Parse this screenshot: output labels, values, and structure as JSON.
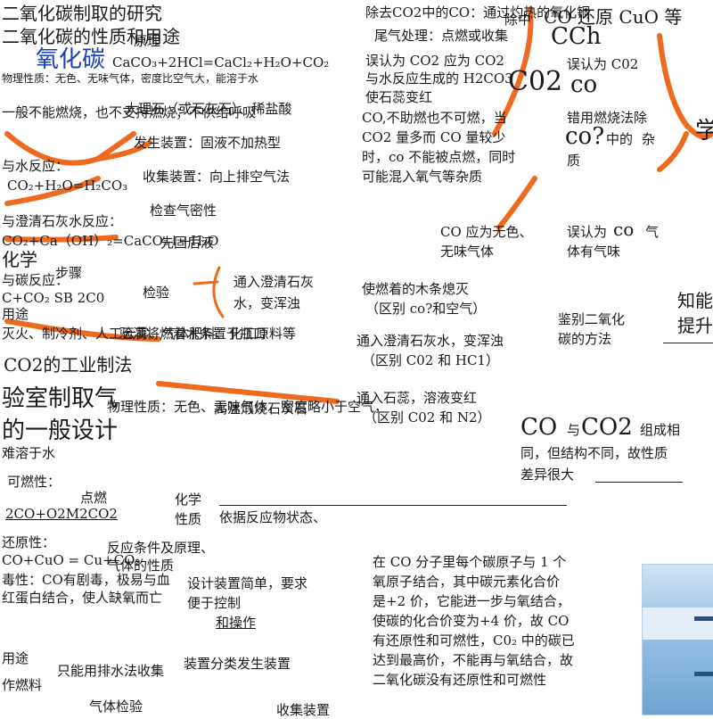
{
  "left": {
    "header_line1": "二氧化碳制取的研究",
    "header_line2": "二氧化碳的性质和用途",
    "header_line3": "氧化碳",
    "physical_property": "物理性质：无色、无味气体，密度比空气大，能溶于水",
    "chem_property_1": "一般不能燃烧，也不支持燃烧；不供给呼吸",
    "chem_water_label": "与水反应：",
    "chem_water_eq": "CO₂+H₂O=H₂CO₃",
    "chem_lime_label": "与澄清石灰水反应：",
    "chem_lime_eq": "CO₂+Ca（OH）₂=CaCO₃↓+H₂O",
    "chem_lime_note": "化学",
    "chem_carbon_label": "与碳反应：",
    "chem_carbon_eq": "C+CO₂ SB 2C0",
    "uses_label": "用途",
    "uses_text": "灭火、制冷剂、人工云雾、气体肥料、化工原料等",
    "industry": "CO2的工业制法",
    "industry_method": "高温煅烧石灰石",
    "lab_title_1": "验室制取气",
    "lab_title_2": "的一般设计",
    "co_physical": "物理性质：无色、无味气体，密度略小于空气，",
    "co_physical_2": "难溶于水",
    "co_combust_label": "可燃性：",
    "co_combust_cond": "点燃",
    "co_combust_eq": "2CO+O2M2CO2",
    "co_reduce_label": "还原性：",
    "co_reduce_eq": "CO+CuO = Cu+CO₂",
    "co_toxic": "毒性：CO有剧毒，极易与血红蛋白结合，使人缺氧而亡",
    "co_uses_label": "用途",
    "co_uses_text": "作燃料",
    "co_collect_only": "只能用排水法收集"
  },
  "middle": {
    "principle_label": "原理",
    "principle_eq": "CaCO₃+2HCl=CaCl₂+H₂O+CO₂",
    "reagents": "大理石（或石灰石）、稀盐酸",
    "gen_device": "发生装置：固液不加热型",
    "collect_device": "收集装置：向上排空气法",
    "check_airtight": "检查气密性",
    "order_note": "先固后液",
    "steps_label": "步骤",
    "verify_label": "检验",
    "verify_text_1": "通入澄清石灰",
    "verify_text_2": "水，变浑浊",
    "full_check": "验满将燃着木条置于瓶口",
    "chem_nature_1": "化学",
    "chem_nature_2": "性质",
    "design_basis": "依据反应物状态、",
    "design_basis_2": "反应条件及原理、",
    "design_basis_3": "气体的性质",
    "design_req_1": "设计装置简单，要求",
    "design_req_2": "便于控制",
    "design_req_3": "和操作",
    "device_class": "装置分类发生装置",
    "gas_check": "气体检验",
    "collect_device_2": "收集装置"
  },
  "right": {
    "remove_co": "除去CO2中的CO：通过灼热的氧化铜",
    "tail_gas_1": "尾气处理：点燃或收集",
    "misconception_1_a": "误认为 CO2 应为 CO2 与水反应生成的 H2CO3 使石蕊变红",
    "remove_label": "除中",
    "co_reduce_cuo": "CO 还原 CuO 等",
    "ch_big": "CCh",
    "misconception_co2": "误认为 C02",
    "co2_big": "C02",
    "co_label": "co",
    "co_paragraph_1": "CO,不助燃也不可燃，当",
    "co_paragraph_2": "CO2 量多而 CO 量较少",
    "co_paragraph_3": "时，co 不能被点燃，同时",
    "co_paragraph_4": "可能混入氧气等杂质",
    "wrong_method": "错用燃烧法除",
    "co_q": "co?",
    "co_q_mid": "中的",
    "co_q_imp": "杂",
    "co_q_tail": "质",
    "co_shape_1": "CO 应为无色、",
    "co_shape_2": "无味气体",
    "misconception_smell_1": "误认为",
    "misconception_smell_co": "co",
    "misconception_smell_2": "气",
    "misconception_smell_3": "体有气味",
    "study": "学",
    "knowledge_1": "知能",
    "knowledge_2": "提升",
    "id_1a": "使燃着的木条熄灭",
    "id_1b": "（区别 co?和空气）",
    "id_2a": "通入澄清石灰水，变浑浊",
    "id_2b": "（区别 C02 和 HC1）",
    "id_3a": "通入石蕊，溶液变红",
    "id_3b": "（区别 C02 和 N2）",
    "identify_1": "鉴别二氧化",
    "identify_2": "碳的方法",
    "compare_co": "CO",
    "compare_and": "与",
    "compare_co2": "CO2",
    "compare_1": "组成相",
    "compare_2": "同，但结构不同，故性质",
    "compare_3": "差异很大",
    "struct_1": "在 CO 分子里每个碳原子与 1 个",
    "struct_2": "氧原子结合，其中碳元素化合价",
    "struct_3": "是+2 价，它能进一步与氧结合，",
    "struct_4": "使碳的化合价变为+4 价，故 CO",
    "struct_5": "有还原性和可燃性，C0₂ 中的碳已",
    "struct_6": "达到最高价，不能再与氧结合，故",
    "struct_7": "二氧化碳没有还原性和可燃性"
  },
  "colors": {
    "brace": "#ee6a1e",
    "text": "#1a1a1a",
    "blue": "#1a3fbf",
    "photo": "#6fa3d2"
  }
}
